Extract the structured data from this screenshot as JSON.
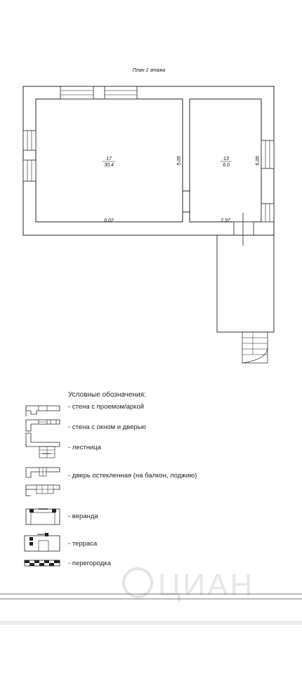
{
  "plan": {
    "title": "План 2 этажа",
    "rooms": [
      {
        "number": "17",
        "area": "30.4",
        "width": "6.02",
        "height": "5.05"
      },
      {
        "number": "13",
        "area": "6.0",
        "width": "2.97",
        "height": "5.05"
      }
    ]
  },
  "legend": {
    "title": "Условные обозначения:",
    "items": [
      {
        "label": "- стена с проемом/аркой"
      },
      {
        "label": "- стена с окном и дверью"
      },
      {
        "label": "- лестница"
      },
      {
        "label": "- дверь остекленная (на балкон, лоджию)"
      },
      {
        "label": "- веранда"
      },
      {
        "label": "- терраса"
      },
      {
        "label": "- перегородка"
      }
    ]
  },
  "watermark": {
    "text": "ЦИАН"
  }
}
